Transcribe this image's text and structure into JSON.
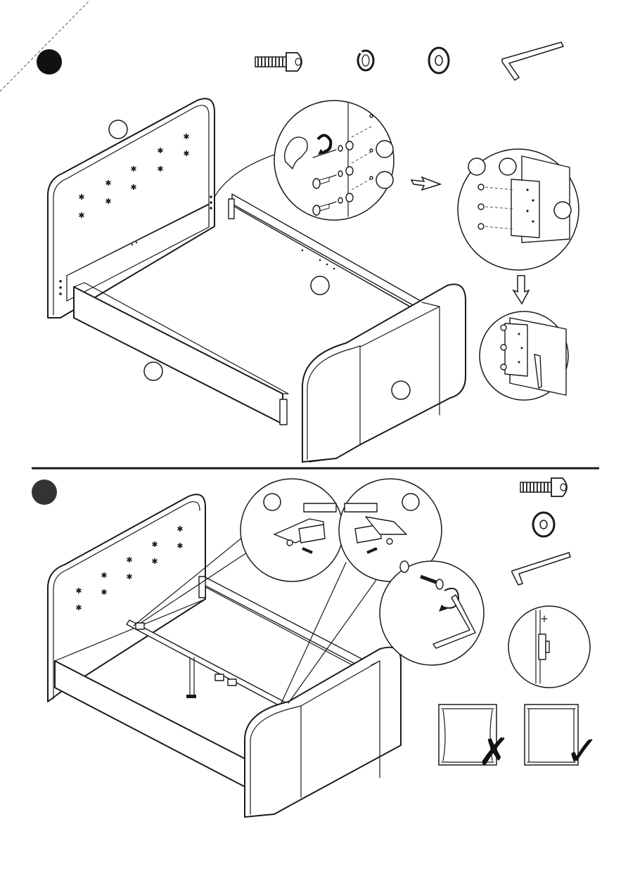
{
  "steps": [
    {
      "id": "step-1",
      "marker": "filled-circle"
    },
    {
      "id": "step-2",
      "marker": "filled-circle"
    }
  ],
  "step1": {
    "hardware": [
      "bolt-icon",
      "spring-washer-icon",
      "flat-washer-icon",
      "allen-key-icon"
    ],
    "part_labels": [
      "",
      "",
      "",
      "",
      "",
      "",
      "",
      "",
      ""
    ]
  },
  "step2": {
    "hardware": [
      "bolt-icon",
      "flat-washer-icon",
      "allen-key-icon"
    ],
    "part_labels": [
      "",
      ""
    ],
    "check": {
      "wrong": "cross-icon",
      "right": "check-icon"
    }
  },
  "colors": {
    "line": "#1a1a1a",
    "marker": "#222222",
    "background": "#ffffff"
  }
}
